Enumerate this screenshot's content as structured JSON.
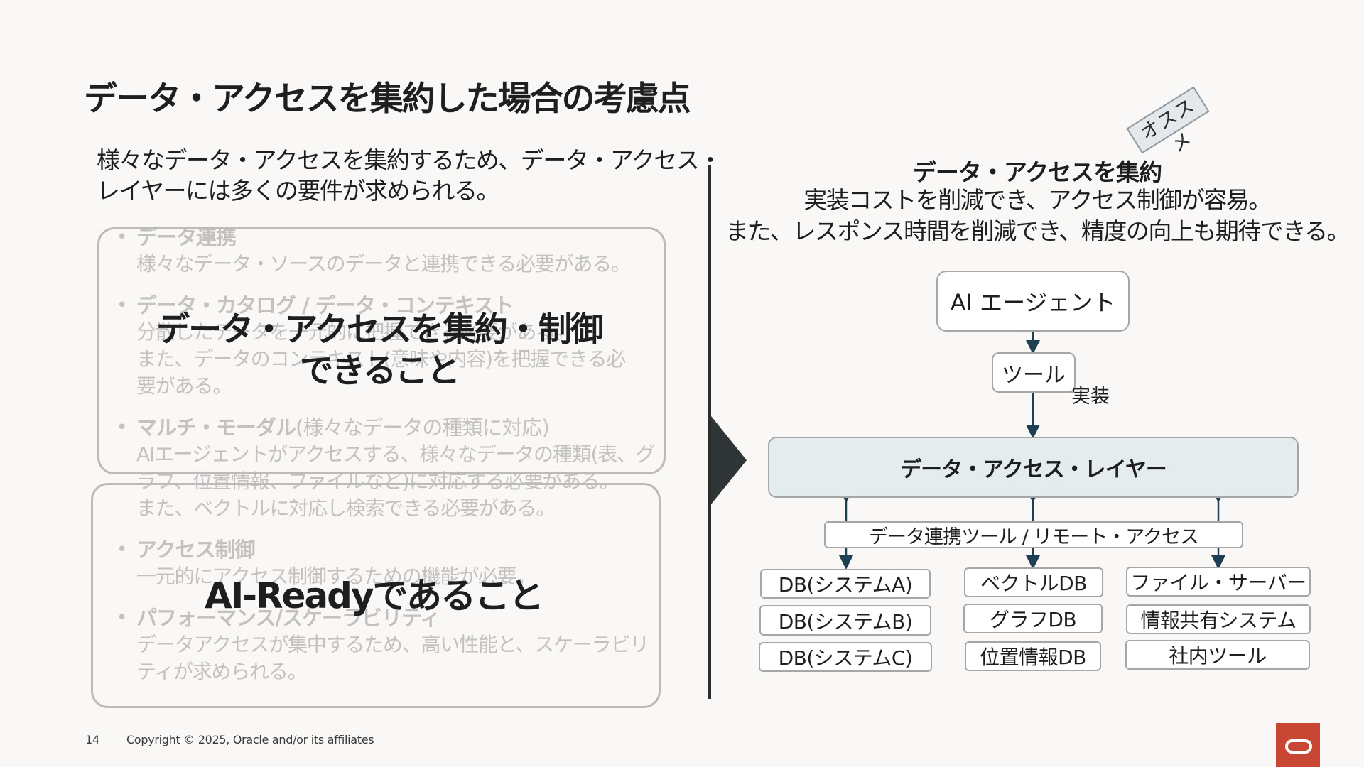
{
  "slide": {
    "title": "データ・アクセスを集約した場合の考慮点",
    "intro": [
      "様々なデータ・アクセスを集約するため、データ・アクセス・",
      "レイヤーには多くの要件が求められる。"
    ]
  },
  "requirements": [
    {
      "heading": "データ連携",
      "heading_sub": "",
      "body": [
        "様々なデータ・ソースのデータと連携できる必要がある。"
      ]
    },
    {
      "heading": "データ・カタログ / データ・コンテキスト",
      "heading_sub": "",
      "body": [
        "分散したデータを一元的に把握できる必要がある。",
        "また、データのコンテキスト(意味や内容)を把握できる必",
        "要がある。"
      ]
    },
    {
      "heading": "マルチ・モーダル",
      "heading_sub": "(様々なデータの種類に対応)",
      "body": [
        "AIエージェントがアクセスする、様々なデータの種類(表、グ",
        "ラフ、位置情報、ファイルなど)に対応する必要がある。",
        "また、ベクトルに対応し検索できる必要がある。"
      ]
    },
    {
      "heading": "アクセス制御",
      "heading_sub": "",
      "body": [
        "一元的にアクセス制御するための機能が必要。"
      ]
    },
    {
      "heading": "パフォーマンス/スケーラビリティ",
      "heading_sub": "",
      "body": [
        "データアクセスが集中するため、高い性能と、スケーラビリ",
        "ティが求められる。"
      ]
    }
  ],
  "callouts": [
    {
      "lines": [
        "データ・アクセスを集約・制御",
        "できること"
      ]
    },
    {
      "lines": [
        "AI-Readyであること"
      ]
    }
  ],
  "right_panel": {
    "stamp": "オススメ",
    "heading": "データ・アクセスを集約",
    "description": [
      "実装コストを削減でき、アクセス制御が容易。",
      "また、レスポンス時間を削減でき、精度の向上も期待できる。"
    ]
  },
  "diagram": {
    "ai_agent": "AI エージェント",
    "tool": "ツール",
    "impl_label": "実装",
    "layer": "データ・アクセス・レイヤー",
    "integration": "データ連携ツール / リモート・アクセス",
    "sources": [
      [
        "DB(システムA)",
        "DB(システムB)",
        "DB(システムC)"
      ],
      [
        "ベクトルDB",
        "グラフDB",
        "位置情報DB"
      ],
      [
        "ファイル・サーバー",
        "情報共有システム",
        "社内ツール"
      ]
    ],
    "connector_color": "#1f3f52"
  },
  "footer": {
    "page_number": "14",
    "copyright": "Copyright © 2025, Oracle and/or its affiliates"
  },
  "brand": {
    "logo_color": "#c74634"
  }
}
